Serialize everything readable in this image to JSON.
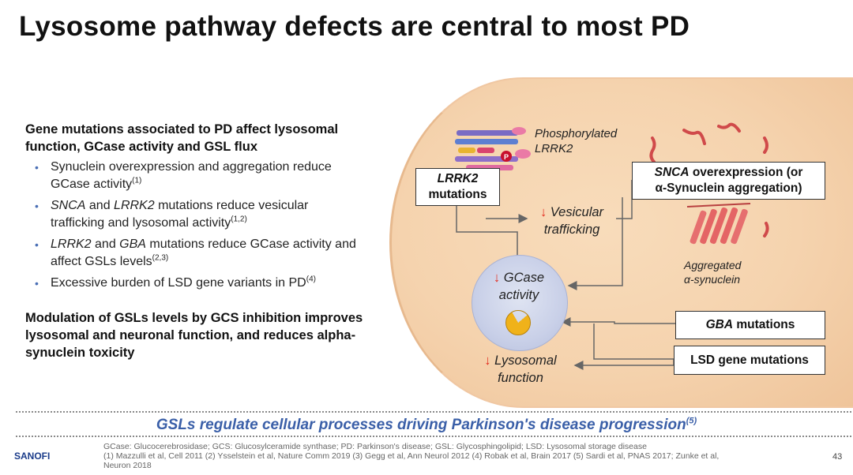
{
  "slide": {
    "title": "Lysosome pathway defects are central to most PD",
    "page_number": "43"
  },
  "left_panel": {
    "heading1": "Gene mutations associated to PD affect lysosomal function, GCase activity and GSL flux",
    "bullets": [
      {
        "parts": [
          {
            "t": "Synuclein overexpression and aggregation reduce GCase activity"
          }
        ],
        "ref": "(1)"
      },
      {
        "parts": [
          {
            "t": "SNCA",
            "i": true
          },
          {
            "t": " and "
          },
          {
            "t": "LRRK2",
            "i": true
          },
          {
            "t": " mutations reduce vesicular trafficking and lysosomal activity"
          }
        ],
        "ref": "(1,2)"
      },
      {
        "parts": [
          {
            "t": "LRRK2",
            "i": true
          },
          {
            "t": " and "
          },
          {
            "t": "GBA",
            "i": true
          },
          {
            "t": " mutations reduce GCase activity and affect GSLs levels"
          }
        ],
        "ref": "(2,3)"
      },
      {
        "parts": [
          {
            "t": "Excessive burden of LSD gene variants in PD"
          }
        ],
        "ref": "(4)"
      }
    ],
    "heading2": "Modulation of GSLs levels by GCS inhibition improves lysosomal and neuronal function, and reduces alpha-synuclein toxicity"
  },
  "diagram": {
    "lrrk2_box": {
      "line1": "LRRK2",
      "line2": "mutations"
    },
    "snca_box": {
      "line1_italic": "SNCA",
      "line1_rest": " overexpression (or",
      "line2": "α-Synuclein aggregation)"
    },
    "gba_box": {
      "italic": "GBA",
      "rest": " mutations"
    },
    "lsd_box": "LSD gene mutations",
    "phospho_label": {
      "line1": "Phosphorylated",
      "line2": "LRRK2"
    },
    "aggregated_label": {
      "line1": "Aggregated",
      "line2": "α-synuclein"
    },
    "vesicular_label": {
      "arrow": "↓",
      "line1": " Vesicular",
      "line2": "trafficking"
    },
    "gcase_label": {
      "arrow": "↓",
      "line1": " GCase",
      "line2": "activity"
    },
    "lysosomal_label": {
      "arrow": "↓",
      "line1": " Lysosomal",
      "line2": "function"
    },
    "phospho_marker": "P"
  },
  "footer": {
    "tagline": "GSLs regulate cellular processes driving Parkinson's disease progression",
    "tagline_ref": "(5)",
    "abbrev": "GCase: Glucocerebrosidase; GCS: Glucosylceramide synthase; PD: Parkinson's disease; GSL: Glycosphingolipid; LSD: Lysosomal storage disease",
    "refs_line1": "(1) Mazzulli et al, Cell 2011  (2) Ysselstein et al, Nature Comm 2019  (3) Gegg et al, Ann Neurol 2012 (4) Robak et al, Brain 2017  (5) Sardi et al, PNAS 2017; Zunke et al,",
    "refs_line2": "Neuron 2018",
    "logo": "SANOFI"
  },
  "colors": {
    "cell_fill": "#f5d3ae",
    "tagline": "#3a5fa8",
    "down_arrow": "#e32a1d",
    "bullet": "#4a6fb5"
  }
}
